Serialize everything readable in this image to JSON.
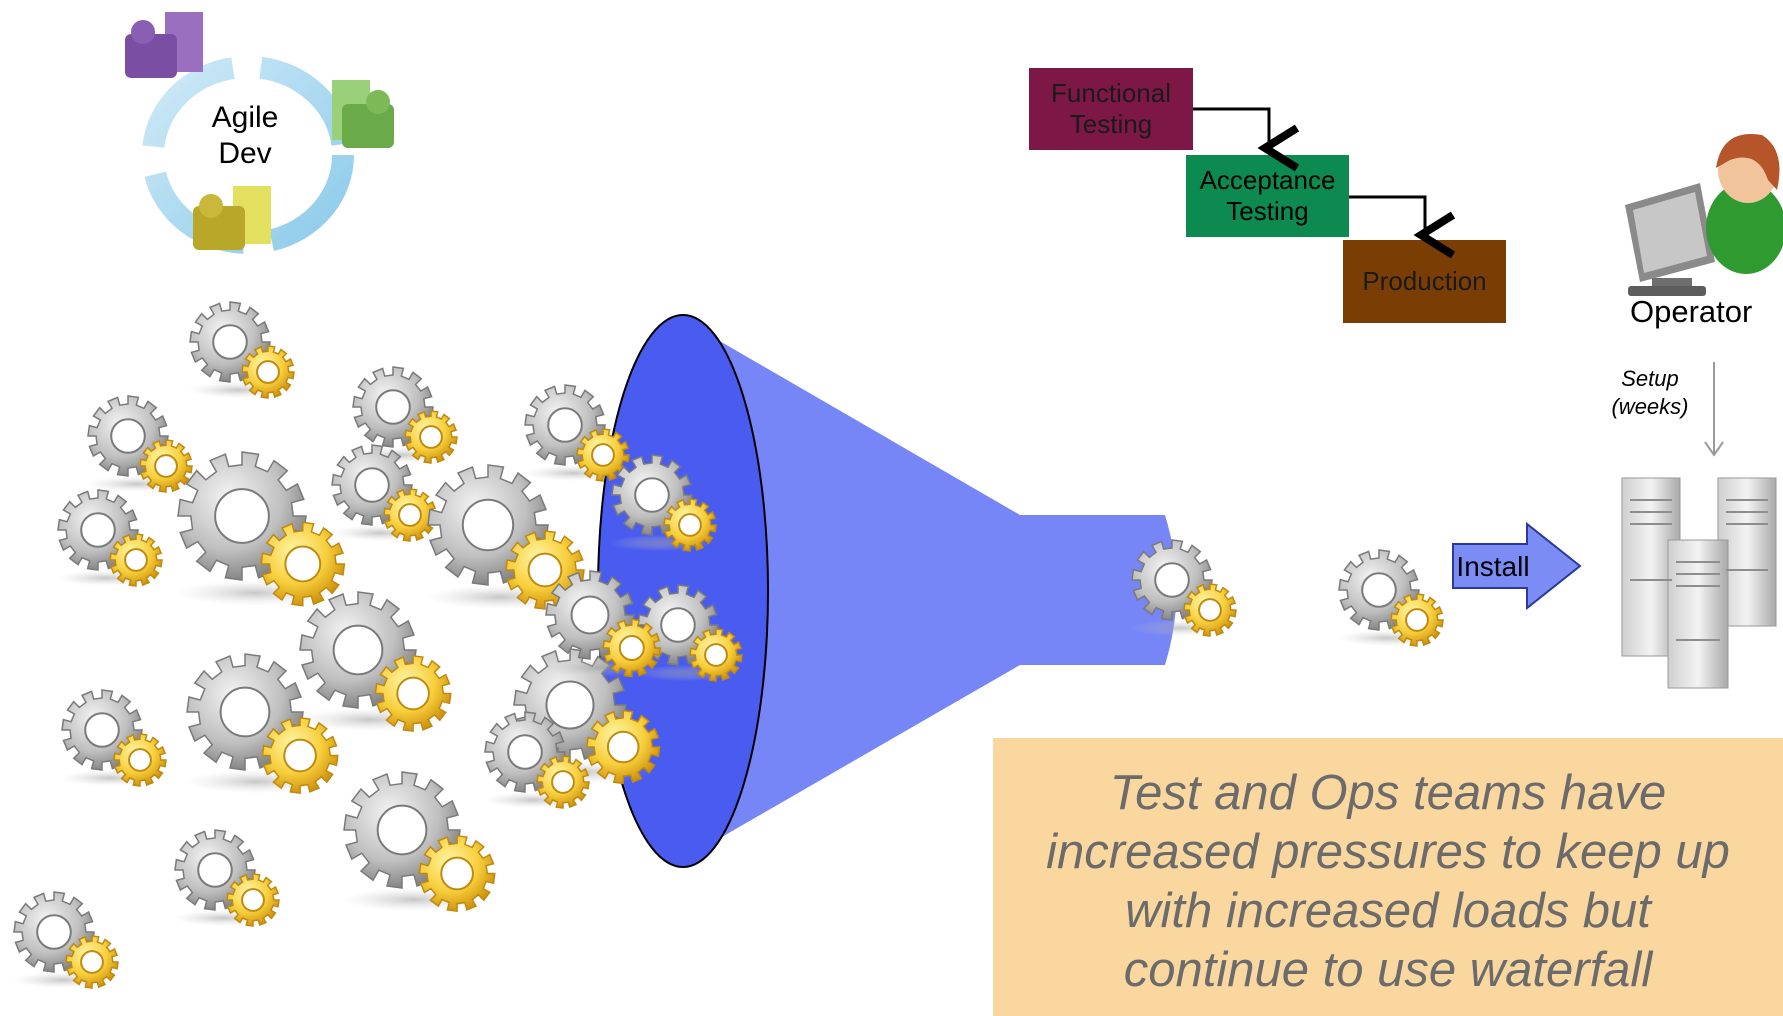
{
  "agile_cycle": {
    "label_line1": "Agile",
    "label_line2": "Dev"
  },
  "pipeline": {
    "functional_testing": {
      "line1": "Functional",
      "line2": "Testing",
      "color": "#7d1746"
    },
    "acceptance_testing": {
      "line1": "Acceptance",
      "line2": "Testing",
      "color": "#0d8a4f"
    },
    "production": {
      "label": "Production",
      "color": "#7a3e05"
    }
  },
  "operator": {
    "label": "Operator"
  },
  "setup": {
    "line1": "Setup",
    "line2": "(weeks)"
  },
  "install": {
    "label": "Install",
    "color": "#7b8cf5"
  },
  "funnel": {
    "mouth_color": "#4a5cf0",
    "body_color": "#7686f7"
  },
  "callout": {
    "line1": "Test and Ops teams have",
    "line2": "increased pressures to keep up",
    "line3": "with increased loads but",
    "line4": "continue to use waterfall",
    "background": "#fbd7a0",
    "text_color": "#6b6b6b"
  },
  "icons": [
    "gear-cluster-icon",
    "person-icon",
    "server-rack-icon",
    "operator-computer-icon",
    "cycle-arrows-icon"
  ]
}
